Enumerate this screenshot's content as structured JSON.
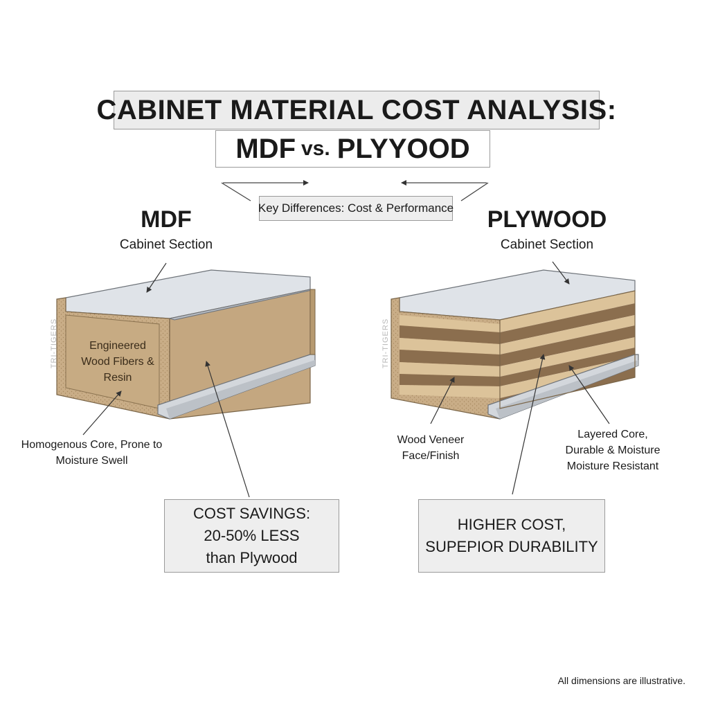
{
  "title": {
    "line1": "CABINET MATERIAL COST ANALYSIS:",
    "line2_a": "MDF",
    "line2_vs": "vs.",
    "line2_b": "PLYYOOD"
  },
  "key_label": "Key Differences: Cost & Performance",
  "mdf": {
    "heading": "MDF",
    "subheading": "Cabinet Section",
    "watermark": "TRI-TIGERS",
    "inner_label_lines": [
      "Engineered",
      "Wood Fibers &",
      "Resin"
    ],
    "callout_lines": [
      "Homogenous Core, Prone to",
      "Moisture Swell"
    ],
    "cost_lines": [
      "COST SAVINGS:",
      "20-50% LESS",
      "than Plywood"
    ]
  },
  "plywood": {
    "heading": "PLYWOOD",
    "subheading": "Cabinet Section",
    "watermark": "TRI-TIGERS",
    "callout_left_lines": [
      "Wood Veneer",
      "Face/Finish"
    ],
    "callout_right_lines": [
      "Layered Core,",
      "Durable & Moisture",
      "Moisture Resistant"
    ],
    "cost_lines": [
      "HIGHER COST,",
      "SUPEPIOR DURABILITY"
    ]
  },
  "footnote": "All dimensions are illustrative.",
  "colors": {
    "mdf_core": "#c9ad87",
    "mdf_core_dark": "#b8996f",
    "top_surface": "#dfe3e8",
    "edge_grey": "#c7ccd2",
    "ply_light": "#dcc39a",
    "ply_dark": "#8b6e4e",
    "box_fill": "#eeeeee",
    "border": "#9a9a9a"
  }
}
